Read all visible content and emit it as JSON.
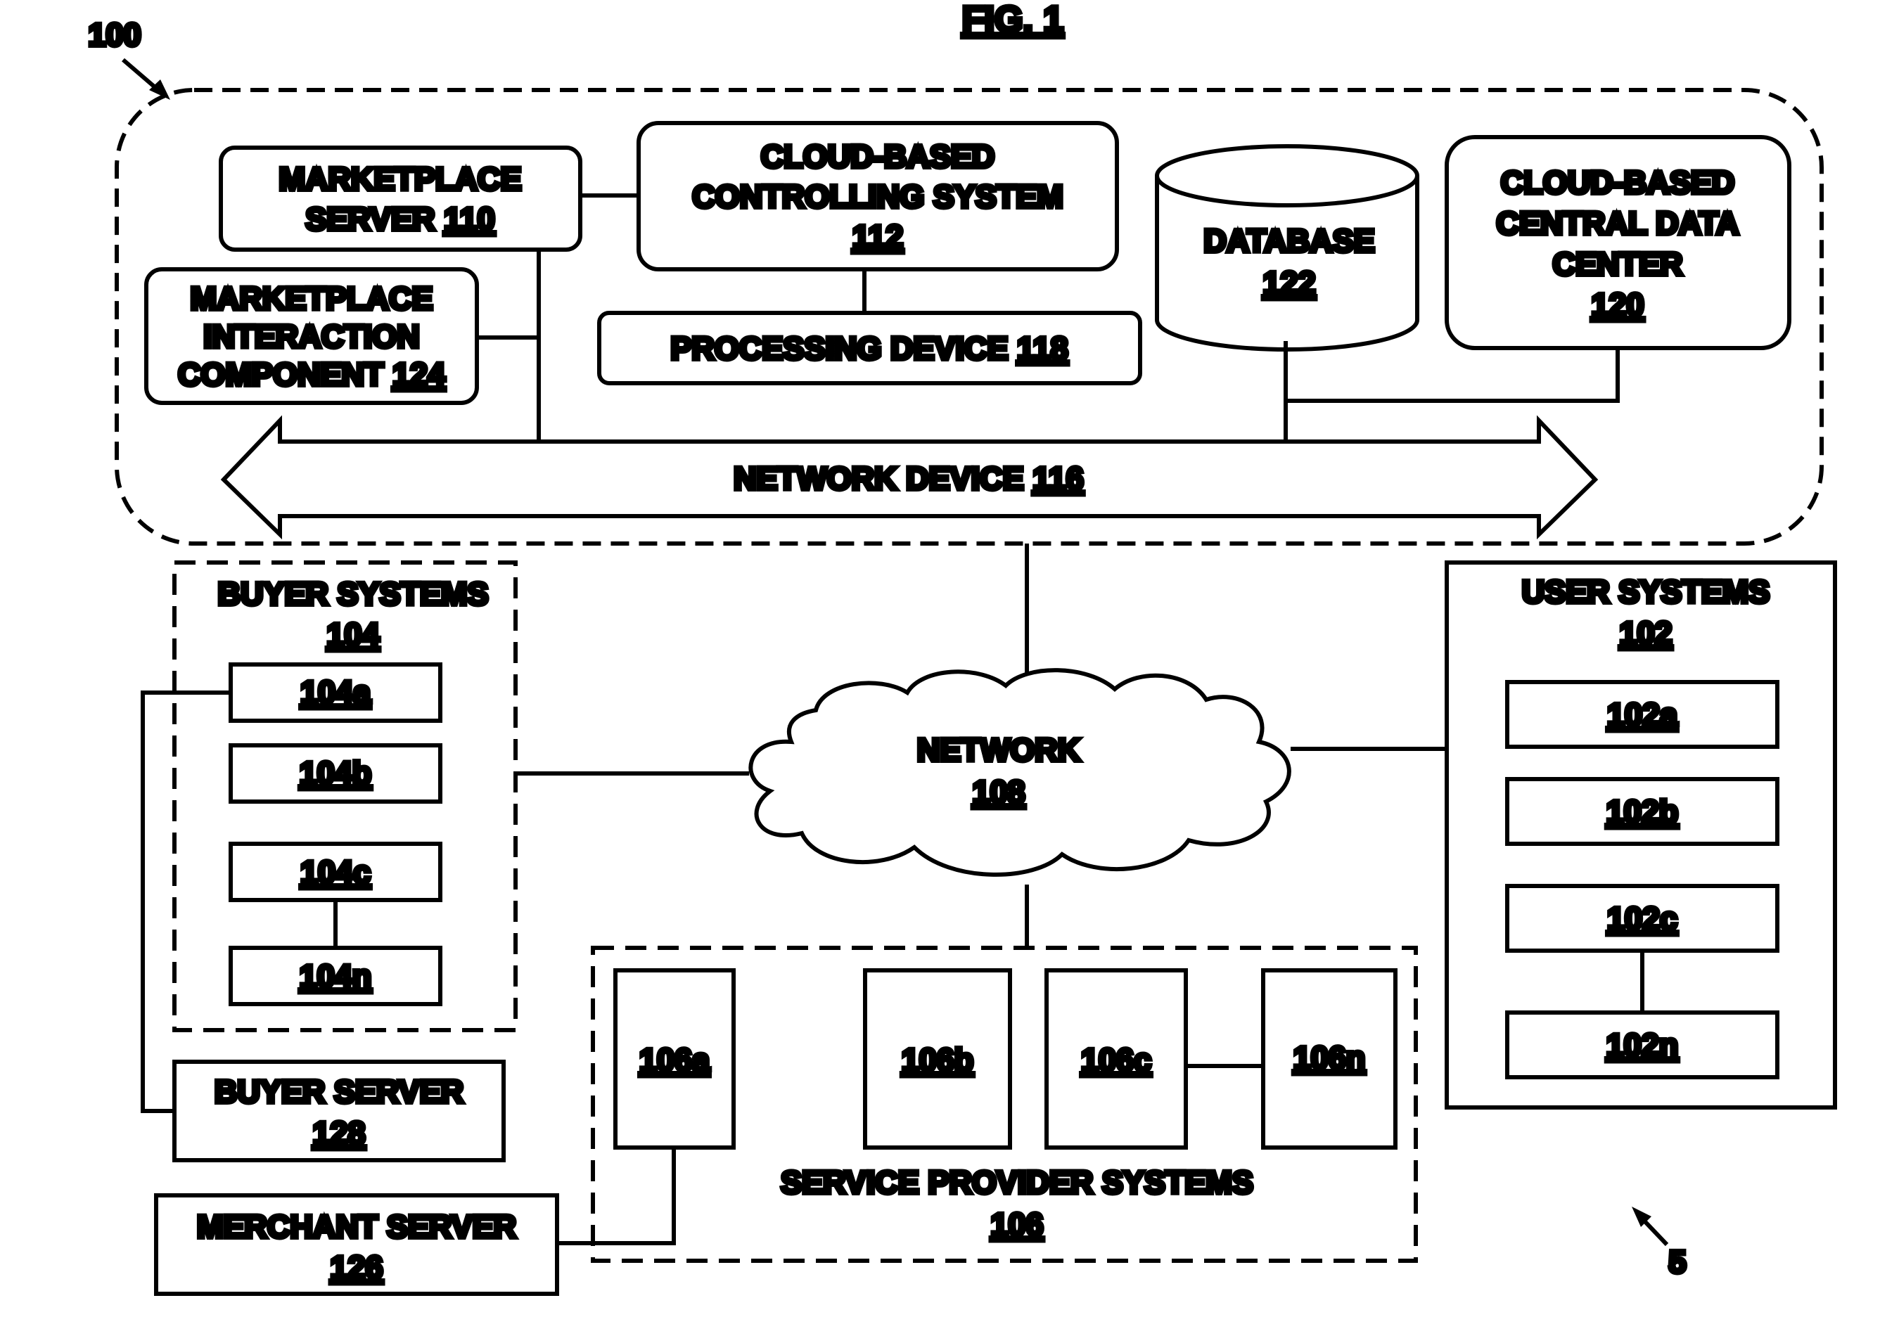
{
  "figure": {
    "title": "FIG. 1",
    "ref_main": "100",
    "ref_secondary": "5"
  },
  "cloud_system": {
    "marketplace_server": {
      "line1": "MARKETPLACE",
      "line2": "SERVER ",
      "ref": "110"
    },
    "controlling_system": {
      "line1": "CLOUD-BASED",
      "line2": "CONTROLLING SYSTEM",
      "ref": "112"
    },
    "database": {
      "line1": "DATABASE",
      "ref": "122"
    },
    "central_data_center": {
      "line1": "CLOUD-BASED",
      "line2": "CENTRAL DATA",
      "line3": "CENTER",
      "ref": "120"
    },
    "interaction_component": {
      "line1": "MARKETPLACE",
      "line2": "INTERACTION",
      "line3": "COMPONENT ",
      "ref": "124"
    },
    "processing_device": {
      "label": "PROCESSING DEVICE ",
      "ref": "118"
    },
    "network_device": {
      "label": "NETWORK DEVICE ",
      "ref": "116"
    }
  },
  "network": {
    "label": "NETWORK",
    "ref": "108"
  },
  "buyer_systems": {
    "label": "BUYER SYSTEMS",
    "ref": "104",
    "items": [
      "104a",
      "104b",
      "104c",
      "104n"
    ]
  },
  "user_systems": {
    "label": "USER SYSTEMS",
    "ref": "102",
    "items": [
      "102a",
      "102b",
      "102c",
      "102n"
    ]
  },
  "service_provider_systems": {
    "label": "SERVICE PROVIDER SYSTEMS",
    "ref": "106",
    "items": [
      "106a",
      "106b",
      "106c",
      "106n"
    ]
  },
  "buyer_server": {
    "label": "BUYER SERVER",
    "ref": "128"
  },
  "merchant_server": {
    "label": "MERCHANT SERVER",
    "ref": "126"
  }
}
